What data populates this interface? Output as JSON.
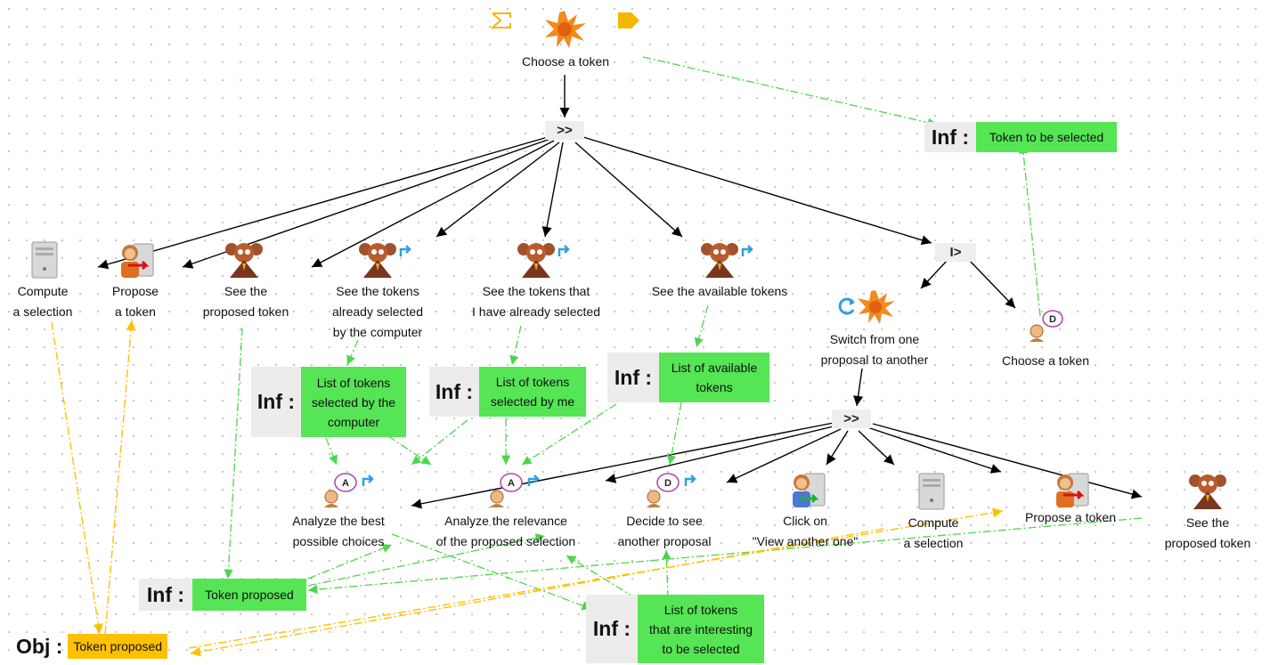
{
  "diagram": {
    "root": {
      "label": "Choose a token"
    },
    "operators": {
      "op1": ">>",
      "op2": "I>",
      "op3": ">>"
    },
    "tasks": {
      "compute_selection": "Compute\na selection",
      "propose_token": "Propose\na token",
      "see_proposed": "See the\nproposed token",
      "see_computer": "See the tokens\nalready selected\nby the computer",
      "see_mine": "See the tokens that\nI have already selected",
      "see_available": "See the available tokens",
      "switch": "Switch from one\nproposal to another",
      "choose_token": "Choose a token",
      "analyze_best": "Analyze the best\npossible choices",
      "analyze_relevance": "Analyze the relevance\nof the proposed selection",
      "decide_another": "Decide to see\nanother proposal",
      "click_view": "Click on\n\"View another one\"",
      "compute_selection_2": "Compute\na selection",
      "propose_token_2": "Propose a token",
      "see_proposed_2": "See the\nproposed token"
    },
    "info_prefix": "Inf :",
    "obj_prefix": "Obj :",
    "infos": {
      "token_to_select": "Token to be selected",
      "list_computer": "List of tokens\nselected by the\ncomputer",
      "list_me": "List of tokens\nselected by me",
      "list_available": "List of available\ntokens",
      "token_proposed": "Token proposed",
      "list_interesting": "List of tokens\nthat are interesting\nto be selected"
    },
    "objects": {
      "token_proposed": "Token proposed"
    },
    "badges": {
      "analyze": "A",
      "decide": "D"
    },
    "colors": {
      "inf_box": "#55e555",
      "obj_box": "#ffc000",
      "info_flow": "#4cd64c",
      "object_flow": "#ffc000",
      "decomposition": "#000000"
    },
    "icons": {
      "root": "interactive-task-splash-icon",
      "iterative": "iterative-sum-icon",
      "optional": "optional-tag-icon",
      "system": "system-computer-icon",
      "interaction": "interaction-task-icon",
      "perceptive": "perceptive-user-icon",
      "cognitive": "cognitive-user-icon",
      "motor": "motor-user-icon",
      "repeat": "repeat-arrow-icon",
      "loop": "loop-arrow-icon"
    }
  }
}
